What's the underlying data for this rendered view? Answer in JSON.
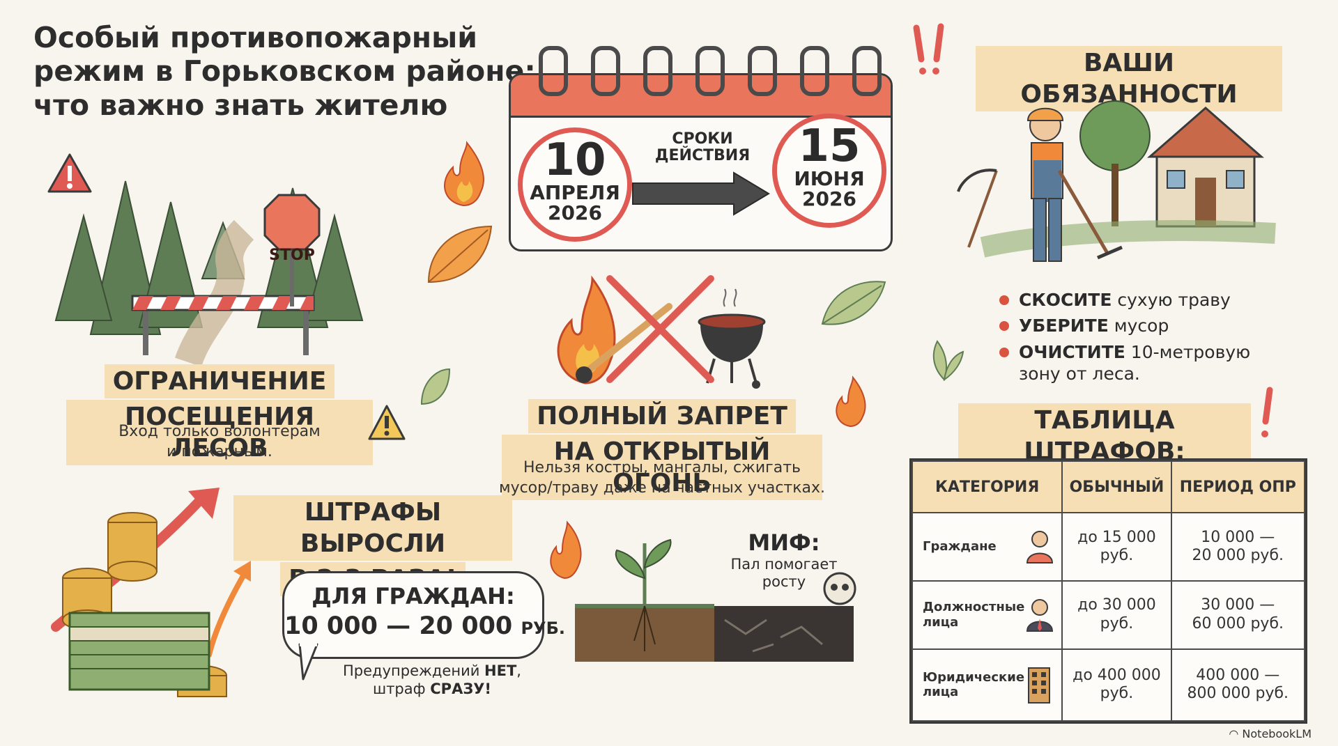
{
  "title": {
    "line1": "Особый противопожарный",
    "line2": "режим в Горьковском районе:",
    "line3": "что важно знать жителю"
  },
  "calendar": {
    "start_day": "10",
    "start_month": "АПРЕЛЯ",
    "start_year": "2026",
    "period_line1": "СРОКИ",
    "period_line2": "ДЕЙСТВИЯ",
    "end_day": "15",
    "end_month": "ИЮНЯ",
    "end_year": "2026"
  },
  "forest": {
    "sign": "STOP",
    "heading_line1": "ОГРАНИЧЕНИЕ",
    "heading_line2": "ПОСЕЩЕНИЯ ЛЕСОВ",
    "text_line1": "Вход только волонтерам",
    "text_line2": "и пожарным."
  },
  "fire_ban": {
    "heading_line1": "ПОЛНЫЙ ЗАПРЕТ",
    "heading_line2": "НА ОТКРЫТЫЙ ОГОНЬ",
    "text_line1": "Нельзя костры, мангалы, сжигать",
    "text_line2": "мусор/траву даже на частных участках."
  },
  "fines": {
    "heading_line1": "ШТРАФЫ ВЫРОСЛИ",
    "heading_line2": "В 2-3 РАЗА!",
    "bubble_line1": "ДЛЯ ГРАЖДАН:",
    "bubble_amount": "10 000 — 20 000",
    "bubble_currency": "РУБ.",
    "warning_line1_pre": "Предупреждений ",
    "warning_line1_bold": "НЕТ",
    "warning_line1_post": ",",
    "warning_line2_pre": "штраф ",
    "warning_line2_bold": "СРАЗУ!"
  },
  "myth": {
    "heading": "МИФ:",
    "text_line1": "Пал помогает",
    "text_line2": "росту"
  },
  "duties": {
    "heading": "ВАШИ ОБЯЗАННОСТИ",
    "items": [
      {
        "bold": "СКОСИТЕ",
        "rest": " сухую траву"
      },
      {
        "bold": "УБЕРИТЕ",
        "rest": " мусор"
      },
      {
        "bold": "ОЧИСТИТЕ",
        "rest": " 10-метровую зону от леса."
      }
    ]
  },
  "fine_table": {
    "heading": "ТАБЛИЦА ШТРАФОВ:",
    "columns": [
      "КАТЕГОРИЯ",
      "ОБЫЧНЫЙ",
      "ПЕРИОД ОПР"
    ],
    "rows": [
      {
        "category": "Граждане",
        "normal_line1": "до 15 000",
        "normal_line2": "руб.",
        "period_line1": "10 000 —",
        "period_line2": "20 000 руб."
      },
      {
        "category_line1": "Должностные",
        "category_line2": "лица",
        "normal_line1": "до 30 000",
        "normal_line2": "руб.",
        "period_line1": "30 000 —",
        "period_line2": "60 000 руб."
      },
      {
        "category_line1": "Юридические",
        "category_line2": "лица",
        "normal_line1": "до 400 000",
        "normal_line2": "руб.",
        "period_line1": "400 000 —",
        "period_line2": "800 000 руб."
      }
    ]
  },
  "brand": "NotebookLM",
  "colors": {
    "highlight": "#f6dfb4",
    "accent_red": "#e05a54",
    "calendar_head": "#e8755c",
    "background": "#f8f5ee"
  }
}
